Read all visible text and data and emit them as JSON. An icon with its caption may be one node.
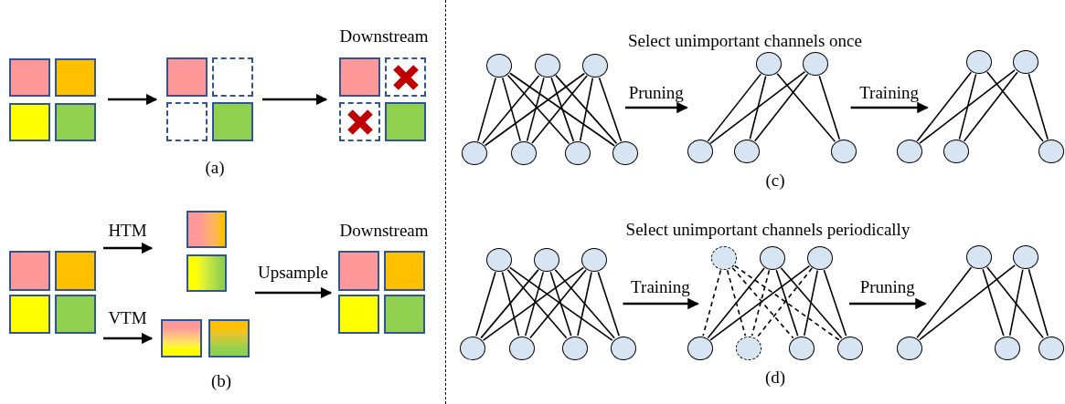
{
  "diagram": {
    "nodes": [
      {
        "text": [],
        "shape": "box"
      },
      {
        "text": [],
        "shape": "box"
      },
      {
        "text": [],
        "shape": "box"
      },
      {
        "text": [],
        "shape": "box"
      },
      {
        "text": [],
        "shape": "box"
      },
      {
        "text": [],
        "shape": "box"
      },
      {
        "text": [],
        "shape": "box"
      },
      {
        "text": [],
        "shape": "box"
      },
      {
        "text": [],
        "shape": "box"
      },
      {
        "text": [],
        "shape": "box"
      },
      {
        "text": [],
        "shape": "box"
      },
      {
        "text": [],
        "shape": "box"
      },
      {
        "text": [],
        "shape": "box"
      },
      {
        "text": [],
        "shape": "box"
      },
      {
        "text": [],
        "shape": "box"
      },
      {
        "text": [],
        "shape": "box"
      },
      {
        "text": [],
        "shape": "box"
      },
      {
        "text": [],
        "shape": "box"
      },
      {
        "text": [],
        "shape": "box"
      },
      {
        "text": [],
        "shape": "box"
      },
      {
        "text": [],
        "shape": "box"
      },
      {
        "text": [],
        "shape": "box"
      },
      {
        "text": [],
        "shape": "box"
      },
      {
        "text": [],
        "shape": "box"
      },
      {
        "text": [],
        "shape": "circle"
      },
      {
        "text": [],
        "shape": "circle"
      },
      {
        "text": [],
        "shape": "circle"
      },
      {
        "text": [],
        "shape": "circle"
      },
      {
        "text": [],
        "shape": "circle"
      },
      {
        "text": [],
        "shape": "circle"
      },
      {
        "text": [],
        "shape": "circle"
      },
      {
        "text": [],
        "shape": "circle"
      },
      {
        "text": [],
        "shape": "circle"
      },
      {
        "text": [],
        "shape": "circle"
      },
      {
        "text": [],
        "shape": "circle"
      },
      {
        "text": [],
        "shape": "circle"
      },
      {
        "text": [],
        "shape": "circle"
      },
      {
        "text": [],
        "shape": "circle"
      },
      {
        "text": [],
        "shape": "circle"
      },
      {
        "text": [],
        "shape": "circle"
      },
      {
        "text": [],
        "shape": "circle"
      },
      {
        "text": [],
        "shape": "circle"
      },
      {
        "text": [],
        "shape": "circle"
      },
      {
        "text": [],
        "shape": "circle"
      },
      {
        "text": [],
        "shape": "circle"
      },
      {
        "text": [],
        "shape": "circle"
      },
      {
        "text": [],
        "shape": "circle"
      },
      {
        "text": [],
        "shape": "circle"
      },
      {
        "text": [],
        "shape": "circle"
      },
      {
        "text": [],
        "shape": "circle"
      },
      {
        "text": [],
        "shape": "circle"
      },
      {
        "text": [],
        "shape": "circle"
      },
      {
        "text": [],
        "shape": "circle"
      },
      {
        "text": [],
        "shape": "circle"
      },
      {
        "text": [],
        "shape": "circle"
      },
      {
        "text": [],
        "shape": "circle"
      },
      {
        "text": [],
        "shape": "circle"
      },
      {
        "text": [],
        "shape": "circle"
      },
      {
        "text": [],
        "shape": "circle"
      },
      {
        "text": [],
        "shape": "circle"
      }
    ],
    "edges": [
      {
        "from": 1,
        "to": 4,
        "arrow": "to"
      },
      {
        "from": 5,
        "to": 8,
        "arrow": "to"
      },
      {
        "from": 13,
        "to": 16,
        "arrow": "to",
        "label": "HTM"
      },
      {
        "from": 15,
        "to": 18,
        "arrow": "to",
        "label": "VTM"
      },
      {
        "from": 17,
        "to": 20,
        "arrow": "to",
        "label": "Upsample"
      },
      {
        "from": 30,
        "to": 33,
        "arrow": "to",
        "label": "Pruning"
      },
      {
        "from": 35,
        "to": 38,
        "arrow": "to",
        "label": "Training"
      },
      {
        "from": 47,
        "to": 51,
        "arrow": "to",
        "label": "Training"
      },
      {
        "from": 54,
        "to": 57,
        "arrow": "to",
        "label": "Pruning"
      },
      {
        "from": 24,
        "to": 27,
        "arrow": "none"
      },
      {
        "from": 24,
        "to": 28,
        "arrow": "none"
      },
      {
        "from": 24,
        "to": 29,
        "arrow": "none"
      },
      {
        "from": 24,
        "to": 30,
        "arrow": "none"
      },
      {
        "from": 25,
        "to": 27,
        "arrow": "none"
      },
      {
        "from": 25,
        "to": 28,
        "arrow": "none"
      },
      {
        "from": 25,
        "to": 29,
        "arrow": "none"
      },
      {
        "from": 25,
        "to": 30,
        "arrow": "none"
      },
      {
        "from": 26,
        "to": 27,
        "arrow": "none"
      },
      {
        "from": 26,
        "to": 28,
        "arrow": "none"
      },
      {
        "from": 26,
        "to": 29,
        "arrow": "none"
      },
      {
        "from": 26,
        "to": 30,
        "arrow": "none"
      },
      {
        "from": 31,
        "to": 33,
        "arrow": "none"
      },
      {
        "from": 31,
        "to": 34,
        "arrow": "none"
      },
      {
        "from": 31,
        "to": 35,
        "arrow": "none"
      },
      {
        "from": 32,
        "to": 33,
        "arrow": "none"
      },
      {
        "from": 32,
        "to": 34,
        "arrow": "none"
      },
      {
        "from": 32,
        "to": 35,
        "arrow": "none"
      },
      {
        "from": 36,
        "to": 38,
        "arrow": "none"
      },
      {
        "from": 36,
        "to": 39,
        "arrow": "none"
      },
      {
        "from": 36,
        "to": 40,
        "arrow": "none"
      },
      {
        "from": 37,
        "to": 38,
        "arrow": "none"
      },
      {
        "from": 37,
        "to": 39,
        "arrow": "none"
      },
      {
        "from": 37,
        "to": 40,
        "arrow": "none"
      },
      {
        "from": 41,
        "to": 44,
        "arrow": "none"
      },
      {
        "from": 41,
        "to": 45,
        "arrow": "none"
      },
      {
        "from": 41,
        "to": 46,
        "arrow": "none"
      },
      {
        "from": 41,
        "to": 47,
        "arrow": "none"
      },
      {
        "from": 42,
        "to": 44,
        "arrow": "none"
      },
      {
        "from": 42,
        "to": 45,
        "arrow": "none"
      },
      {
        "from": 42,
        "to": 46,
        "arrow": "none"
      },
      {
        "from": 42,
        "to": 47,
        "arrow": "none"
      },
      {
        "from": 43,
        "to": 44,
        "arrow": "none"
      },
      {
        "from": 43,
        "to": 45,
        "arrow": "none"
      },
      {
        "from": 43,
        "to": 46,
        "arrow": "none"
      },
      {
        "from": 43,
        "to": 47,
        "arrow": "none"
      },
      {
        "from": 49,
        "to": 51,
        "arrow": "none"
      },
      {
        "from": 49,
        "to": 53,
        "arrow": "none"
      },
      {
        "from": 49,
        "to": 54,
        "arrow": "none"
      },
      {
        "from": 50,
        "to": 51,
        "arrow": "none"
      },
      {
        "from": 50,
        "to": 53,
        "arrow": "none"
      },
      {
        "from": 50,
        "to": 54,
        "arrow": "none"
      },
      {
        "from": 48,
        "to": 51,
        "arrow": "none",
        "style": "dashed"
      },
      {
        "from": 48,
        "to": 52,
        "arrow": "none",
        "style": "dashed"
      },
      {
        "from": 48,
        "to": 53,
        "arrow": "none",
        "style": "dashed"
      },
      {
        "from": 48,
        "to": 54,
        "arrow": "none",
        "style": "dashed"
      },
      {
        "from": 49,
        "to": 52,
        "arrow": "none",
        "style": "dashed"
      },
      {
        "from": 50,
        "to": 52,
        "arrow": "none",
        "style": "dashed"
      },
      {
        "from": 55,
        "to": 57,
        "arrow": "none"
      },
      {
        "from": 55,
        "to": 58,
        "arrow": "none"
      },
      {
        "from": 55,
        "to": 59,
        "arrow": "none"
      },
      {
        "from": 56,
        "to": 57,
        "arrow": "none"
      },
      {
        "from": 56,
        "to": 58,
        "arrow": "none"
      },
      {
        "from": 56,
        "to": 59,
        "arrow": "none"
      }
    ],
    "labels": [
      "Downstream",
      "(a)",
      "Downstream",
      "(b)",
      "Select unimportant channels once",
      "(c)",
      "Select unimportant channels periodically",
      "(d)"
    ]
  }
}
